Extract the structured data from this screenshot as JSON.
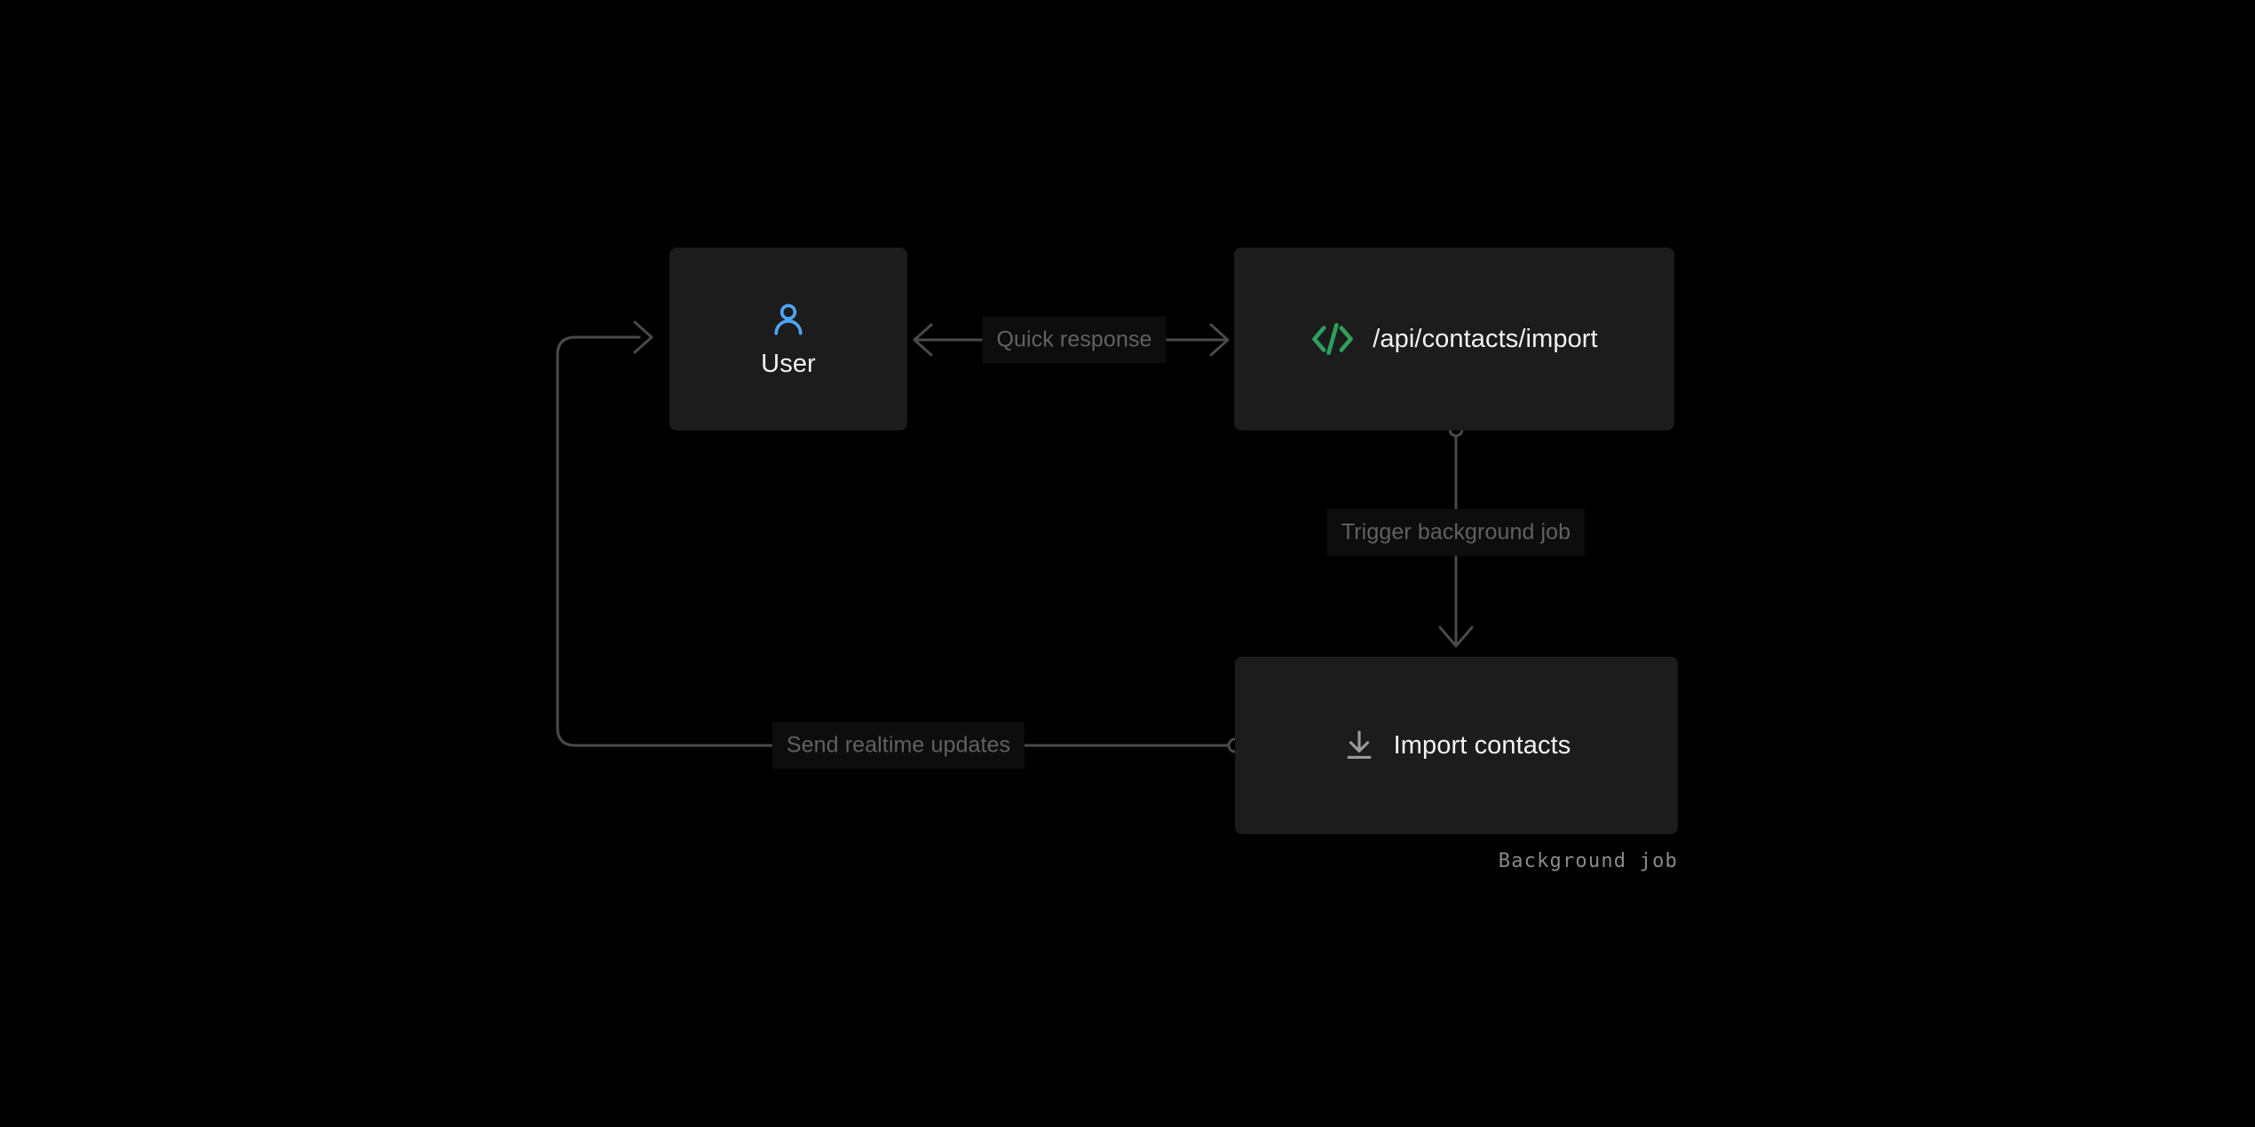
{
  "diagram": {
    "type": "flow-diagram",
    "background_color": "#000000",
    "node_color": "#1c1c1c",
    "edge_color": "#4a4a4a",
    "label_text_color": "#616161",
    "nodes": [
      {
        "id": "user",
        "label": "User",
        "icon": "user-icon",
        "icon_color": "#4da6f7",
        "layout": "stacked"
      },
      {
        "id": "api",
        "label": "/api/contacts/import",
        "icon": "code-icon",
        "icon_color": "#2f9e5e",
        "layout": "inline"
      },
      {
        "id": "job",
        "label": "Import contacts",
        "icon": "download-icon",
        "icon_color": "#9a9a9a",
        "layout": "inline",
        "caption": "Background job"
      }
    ],
    "edges": [
      {
        "id": "quick-response",
        "from": "api",
        "to": "user",
        "label": "Quick response",
        "direction": "bidirectional"
      },
      {
        "id": "trigger-background-job",
        "from": "api",
        "to": "job",
        "label": "Trigger background job",
        "direction": "forward"
      },
      {
        "id": "send-realtime-updates",
        "from": "job",
        "to": "user",
        "label": "Send realtime updates",
        "direction": "forward"
      }
    ]
  }
}
